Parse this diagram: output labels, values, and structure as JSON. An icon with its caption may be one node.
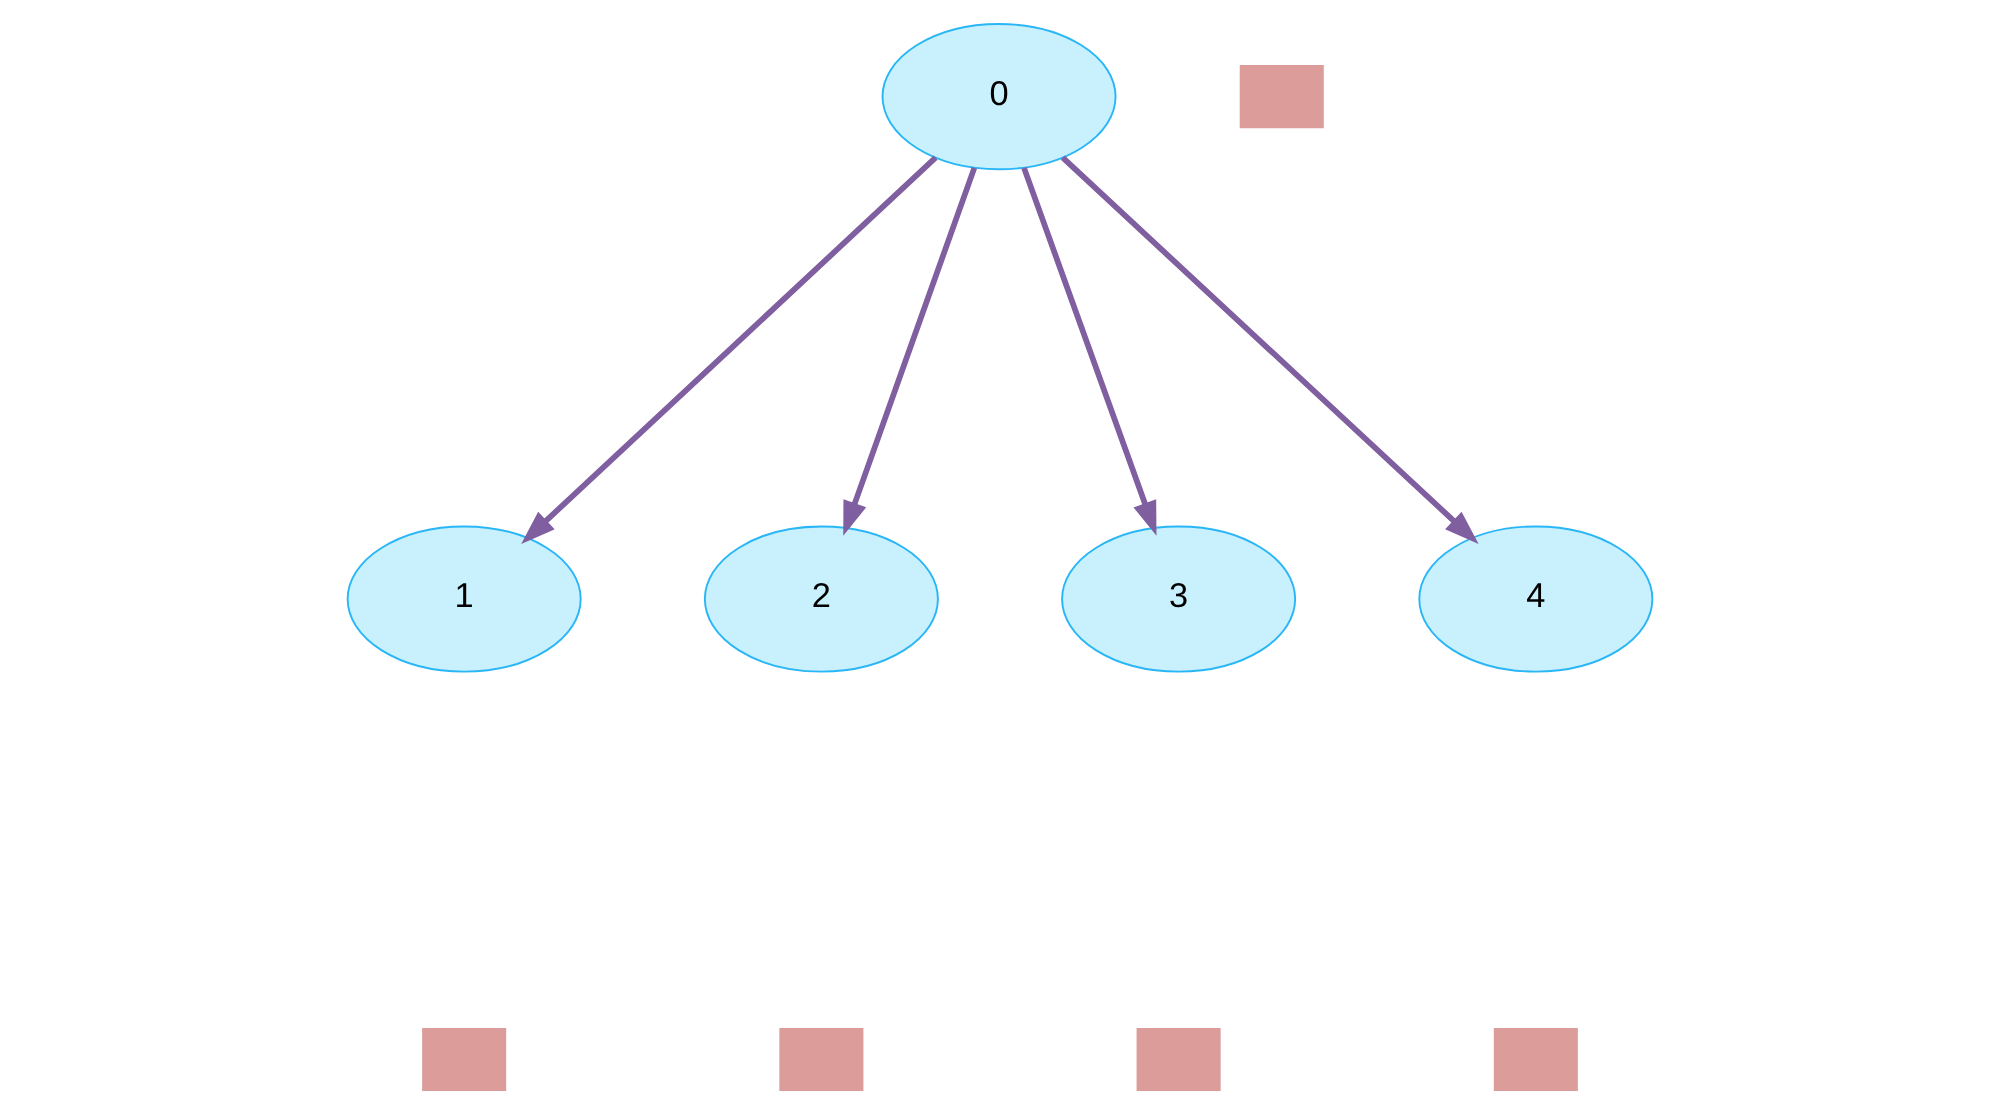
{
  "diagram": {
    "nodes": [
      {
        "text": [
          "0"
        ]
      },
      {
        "text": [],
        "shape": "box"
      },
      {
        "text": [
          "1"
        ]
      },
      {
        "text": [
          "2"
        ]
      },
      {
        "text": [
          "3"
        ]
      },
      {
        "text": [
          "4"
        ]
      },
      {
        "text": [],
        "shape": "box"
      },
      {
        "text": [],
        "shape": "box"
      },
      {
        "text": [],
        "shape": "box"
      },
      {
        "text": [],
        "shape": "box"
      }
    ],
    "edges": [
      {
        "from": 0,
        "to": 2,
        "arrow": "to"
      },
      {
        "from": 0,
        "to": 3,
        "arrow": "to"
      },
      {
        "from": 0,
        "to": 4,
        "arrow": "to"
      },
      {
        "from": 0,
        "to": 5,
        "arrow": "to"
      }
    ]
  }
}
